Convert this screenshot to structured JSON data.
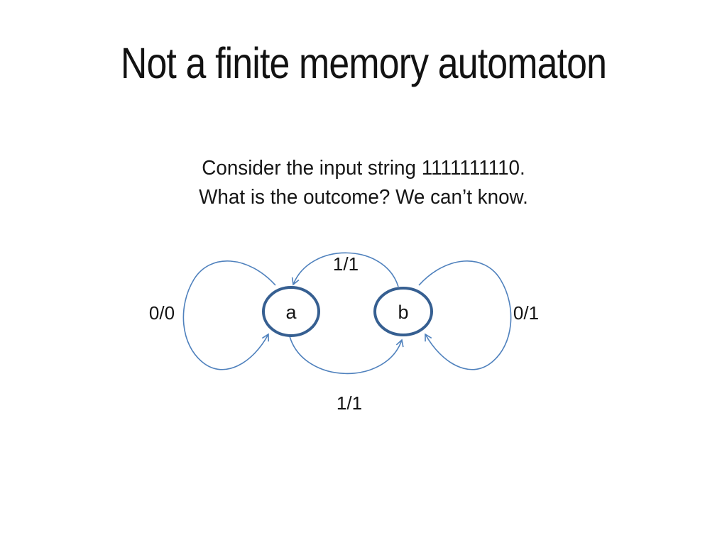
{
  "slide": {
    "title": "Not a finite memory automaton",
    "subtitle_line1": "Consider the input string 1111111110.",
    "subtitle_line2": "What is the outcome? We can’t know."
  },
  "diagram": {
    "type": "state-machine",
    "states": [
      {
        "id": "a",
        "label": "a"
      },
      {
        "id": "b",
        "label": "b"
      }
    ],
    "transitions": [
      {
        "from": "a",
        "to": "a",
        "label": "0/0",
        "position": "left-self-loop"
      },
      {
        "from": "b",
        "to": "b",
        "label": "0/1",
        "position": "right-self-loop"
      },
      {
        "from": "b",
        "to": "a",
        "label": "1/1",
        "position": "top-arc"
      },
      {
        "from": "a",
        "to": "b",
        "label": "1/1",
        "position": "bottom-arc"
      }
    ],
    "colors": {
      "state_border": "#365f91",
      "arc": "#4f81bd",
      "text": "#141414",
      "background": "#ffffff"
    }
  }
}
